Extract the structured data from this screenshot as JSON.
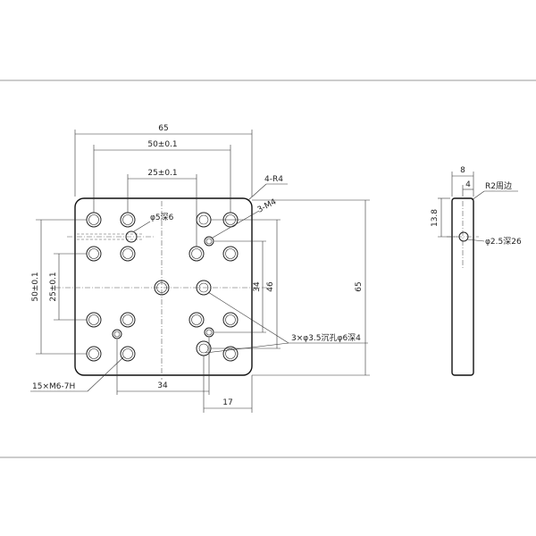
{
  "front_view": {
    "dim_top_overall": "65",
    "dim_top_50": "50±0.1",
    "dim_top_25": "25±0.1",
    "label_corner_radius": "4-R4",
    "label_thread_m4": "3-M4",
    "label_hole_5": "φ5深6",
    "dim_left_50": "50±0.1",
    "dim_left_25": "25±0.1",
    "dim_right_34": "34",
    "dim_right_46": "46",
    "dim_right_65": "65",
    "label_counterbore": "3×φ3.5沉孔φ6深4",
    "label_m6": "15×M6-7H",
    "dim_bottom_34": "34",
    "dim_bottom_17": "17"
  },
  "side_view": {
    "dim_8": "8",
    "dim_4": "4",
    "label_edge": "R2周边",
    "dim_13_8": "13.8",
    "label_pin": "φ2.5深26"
  }
}
